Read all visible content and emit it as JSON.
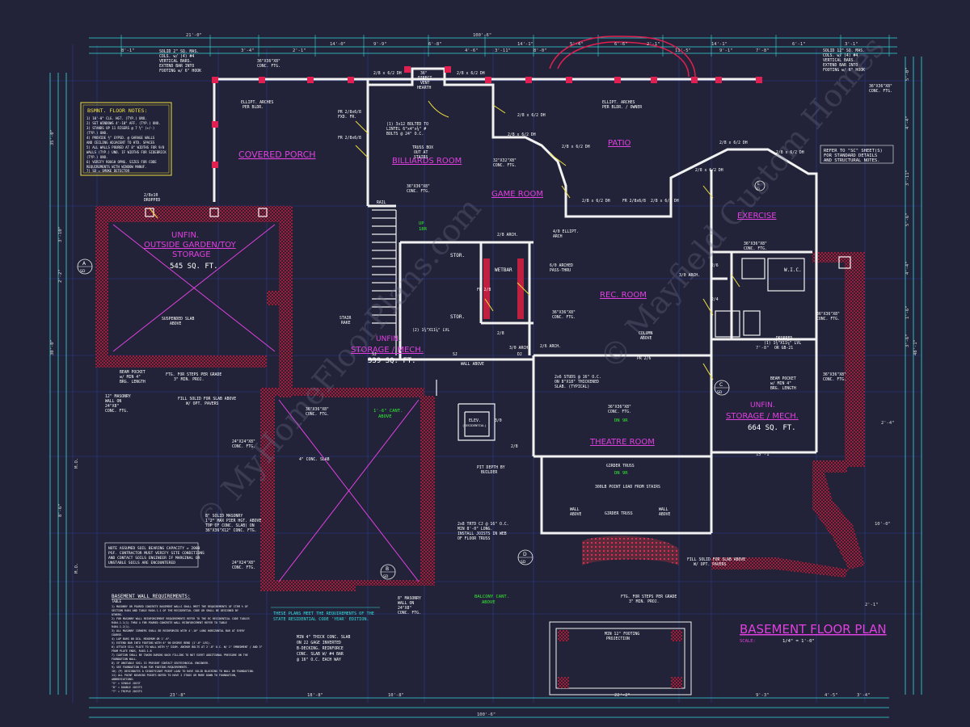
{
  "colors": {
    "background": "#222338",
    "wall": "#f2f2f2",
    "masonry_hatch": "#e02050",
    "dimension": "#33dddd",
    "room_label": "#e040e0",
    "notes_text": "#ffffff",
    "notes_border": "#f0e040",
    "green_text": "#33ee33",
    "blue_lines": "#3050d0",
    "watermark": "#6a6a8a"
  },
  "title": {
    "text": "BASEMENT FLOOR PLAN",
    "scale_label": "SCALE:",
    "scale_value": "1/4\" = 1'-0\""
  },
  "rooms": {
    "covered_porch": "COVERED PORCH",
    "billiards": "BILLIARDS ROOM",
    "game": "GAME ROOM",
    "patio": "PATIO",
    "exercise": "EXERCISE",
    "outside_storage_1": "UNFIN.",
    "outside_storage_2": "OUTSIDE GARDEN/TOY",
    "outside_storage_3": "STORAGE",
    "outside_storage_area": "545 SQ. FT.",
    "rec": "REC. ROOM",
    "wetbar": "WETBAR",
    "stor_1": "STOR.",
    "stor_2": "STOR.",
    "storage_mech_west_1": "UNFIN.",
    "storage_mech_west_2": "STORAGE / MECH.",
    "storage_mech_west_area": "339 SQ. FT.",
    "storage_mech_east_1": "UNFIN.",
    "storage_mech_east_2": "STORAGE / MECH.",
    "storage_mech_east_area": "664 SQ. FT.",
    "theatre": "THEATRE ROOM",
    "wic": "W.I.C.",
    "elev": "ELEV.",
    "elev_2": "(RESIDENTIAL)"
  },
  "notes_box": {
    "title": "BSMNT. FLOOR NOTES:",
    "lines": [
      "1) 10'-0\" CLG. HGT. (TYP.) UNO.",
      "2) SET WINDOWS 4'-10\" AFF. (TYP.) UNO.",
      "3) STANDS UP 11 RISERS @ 7 ½\" (+/-)",
      "   (TYP.) UNO.",
      "4) PROVIDE ½\" GYPSD. @ GARAGE WALLS",
      "   AND CEILING ADJACENT TO HTD. SPACES",
      "5) ALL WALLS POURED AT 8\" WIDTHS FOR 9/0",
      "   WALLS (TYP.) UNO. IF WIDTHS FOR SIDEBRICK",
      "   (TYP.) UNO.",
      "6) VERIFY ROUGH OPNG. SIZES FOR CODE",
      "   REQUIREMENTS WITH WINDOW MANUF.",
      "7) SD = SMOKE DETECTOR"
    ]
  },
  "refer_note": [
    "REFER TO \"SC\" SHEET(S)",
    "FOR STANDARD DETAILS",
    "AND STRUCTURAL NOTES."
  ],
  "soil_note": [
    "NOTE ASSUMED SOIL BEARING CAPACITY = 2000",
    "PSF. CONTRACTOR MUST VERIFY SITE CONDITIONS",
    "AND CONTACT SOILS ENGINEER IF MARGINAL OR",
    "UNSTABLE SOILS ARE ENCOUNTERED"
  ],
  "wall_requirements": {
    "title": "BASEMENT WALL REQUIREMENTS:",
    "subtitle": "TABLE",
    "lines": [
      "1) MASONRY OR POURED CONCRETE BASEMENT WALLS SHALL MEET THE REQUIREMENTS OF ITEM % OF",
      "   SECTION R404 AND TABLE R404.1.1 OF THE RESIDENTIAL CODE OR SHALL BE DESIGNED BY",
      "   OTHERS.",
      "2) FOR MASONRY WALL REINFORCEMENT REQUIREMENTS REFER TO THE RC RESIDENTIAL CODE TABLES",
      "   R404.1.1(1) THRU 4 FOR POURED CONCRETE WALL REINFORCEMENT REFER TO TABLE",
      "   R404.1.2(1).",
      "3) ALL MASONRY CORNERS SHALL BE REINFORCED WITH 4'-10\" LONG HORIZONTAL BAR AT EVERY",
      "   COURSE.",
      "4) LAP BARS 60 DIA. MINIMUM OR 1'-6\".",
      "5) EXTEND BAR INTO FOOTING WITH 6\" 90 DEGREE BEND (1'-6\" LEG).",
      "6) ATTACH SILL PLATE TO WALL WITH ½\" DIAM. ANCHOR BOLTS AT 2'-8\" O.C. W/ 1\" EMBEDMENT / AND 3\"",
      "   FROM PLATE ENDS, R403.1.6",
      "7) CAUTION SHALL BE TAKEN DURING BACK FILLING TO NOT EXERT ADDITIONAL PRESSURE ON THE",
      "   FOUNDATION WALL.",
      "8) IF UNSTABLE SOIL IS PRESENT CONTACT GEOTECHNICAL ENGINEER.",
      "9) SEE FOUNDATION PLAN FOR FOOTING REQUIREMENTS.",
      "10) (P) DESIGNATES A SIGNIFICANT POINT LOAD TO HAVE SOLID BLOCKING TO WALL OR FOUNDATION.",
      "11) ALL POINT BEARING POINTS NOTED TO HAVE 2 STUDS OR MORE DOWN TO FOUNDATION,",
      "   ABBREVIATIONS:",
      "   \"S\" = SINGLE JOIST",
      "   \"D\" = DOUBLE JOISTS",
      "   \"T\" = TRIPLE JOISTS"
    ]
  },
  "code_note": [
    "THESE PLANS MEET THE REQUIREMENTS OF THE",
    "STATE RESIDENTIAL CODE 'YEAR' EDITION."
  ],
  "slab_note": [
    "MIN 4\" THICK CONC. SLAB",
    "ON 22 GAGE INVERTED",
    "B-DECKING. REINFORCE",
    "CONC. SLAB W/ #4 BAR",
    "@ 16\" O.C. EACH WAY"
  ],
  "annotations": {
    "balcony": [
      "BALCONY CANT.",
      "ABOVE"
    ],
    "cant_above": [
      "1'-6\" CANT.",
      "ABOVE"
    ],
    "up": "UP",
    "up_risers": "18R",
    "dn_risers": "DN 9R",
    "dn_risers_2": "DN 9R",
    "beam_pocket": [
      "BEAM POCKET",
      "w/ MIN 4\"",
      "BRG. LENGTH"
    ],
    "beam_pocket_2": [
      "BEAM POCKET",
      "w/ MIN 4\"",
      "BRG. LENGTH"
    ],
    "fill_solid": [
      "FILL SOLID FOR SLAB ABOVE",
      "W/ OPT. PAVERS"
    ],
    "fill_solid_2": [
      "FILL SOLID FOR SLAB ABOVE",
      "W/ OPT. PAVERS"
    ],
    "ftg_steps": [
      "FTG. FOR STEPS PER GRADE",
      "3\" MIN. PROJ."
    ],
    "ftg_steps_2": [
      "FTG. FOR STEPS PER GRADE",
      "3\" MIN. PROJ."
    ],
    "conc_slab": "4\" CONC. SLAB",
    "masonry_wall": [
      "12\" MASONRY",
      "WALL ON",
      "24\"X8\"",
      "CONC. FTG."
    ],
    "masonry_wall_2": [
      "8\" MASONRY",
      "WALL ON",
      "24\"X8\"",
      "CONC. FTG."
    ],
    "pier": [
      "8\" SOLID MASONRY",
      "1'2\" MAX PIER HGT. ABOVE",
      "TOP OF CONC. SLAB) ON",
      "36\"X36\"X12\" CONC. FTG."
    ],
    "ftg_24": [
      "24\"X24\"X8\"",
      "CONC. FTG."
    ],
    "ftg_24_2": [
      "24\"X24\"X8\"",
      "CONC. FTG."
    ],
    "ftg_36": [
      "36\"X36\"X8\"",
      "CONC. FTG."
    ],
    "ftg_36_2": [
      "36\"X36\"X8\"",
      "CONC. FTG."
    ],
    "ftg_36_3": [
      "36\"X36\"X8\"",
      "CONC. FTG."
    ],
    "ftg_36_4": [
      "36\"X36\"X8\"",
      "CONC. FTG."
    ],
    "ftg_36_5": [
      "36\"X36\"X8\"",
      "CONC. FTG."
    ],
    "ftg_36_6": [
      "36\"X36\"X8\"",
      "CONC. FTG."
    ],
    "ftg_36_7": [
      "36\"X36\"X8\"",
      "CONC. FTG."
    ],
    "ftg_36_8": [
      "36\"X36\"X8\"",
      "CONC. FTG."
    ],
    "ftg_36_9": [
      "36\"X36\"X8\"",
      "CONC. FTG."
    ],
    "girder_truss": "GIRDER TRUSS",
    "girder_truss_2": "GIRDER TRUSS",
    "point_load": "300LB POINT LOAD FROM STAIRS",
    "min_footing": [
      "MIN 12\" FOOTING",
      "PROJECTION"
    ],
    "suspended_slab": [
      "SUSPENDED SLAB",
      "ABOVE"
    ],
    "wall_above": "WALL ABOVE",
    "wall_above_2": [
      "WALL",
      "ABOVE"
    ],
    "wall_above_3": [
      "WALL",
      "ABOVE"
    ],
    "column": [
      "COLUMN",
      "ABOVE"
    ],
    "dropped": [
      "DROPPED",
      "(1) 1¾\"X11⅞\" LVL",
      "OR GB-21"
    ],
    "dropped_2": [
      "2/8x10",
      "DROPPED"
    ],
    "truss_box": [
      "TRUSS BOX",
      "OUT AT",
      "STAIRS"
    ],
    "pit_depth": [
      "PIT DEPTH BY",
      "BUILDER"
    ],
    "trtd": [
      "2x8 TRTD CJ @ 16\" O.C.",
      "MIN 8'-0\" LONG.",
      "INSTALL JOISTS IN WEB",
      "OF FLOOR TRUSS"
    ],
    "studs": [
      "2x6 STUDS @ 16\" O.C.",
      "ON 8\"X18\" THICKENED",
      "SLAB. (TYPICAL)"
    ],
    "direct_vent": [
      "36\"",
      "DIRECT",
      "VENT"
    ],
    "hearth": "HEARTH",
    "bolted": [
      "(1) 3x12 BOLTED TO",
      "LINTEL 6\"x4\"x⅜\" #",
      "BOLTS @ 24\" O.C."
    ],
    "elipt_arches": [
      "ELLIPT. ARCHES",
      "PER BLDR."
    ],
    "elipt_arches_2": [
      "ELLIPT. ARCHES",
      "PER BLDR. / OWNER"
    ],
    "solid_2": [
      "SOLID 2\" SQ. MAS.",
      "COLS. w/ (4) #4",
      "VERTICAL BARS.",
      "EXTEND BAR INTO",
      "FOOTING w/ 6\" HOOK"
    ],
    "solid_2_right": [
      "SOLID 12\" SQ. MAS.",
      "COLS. w/ (4) #4",
      "VERTICAL BARS.",
      "EXTEND BAR INTO",
      "FOOTING w/ 6\" HOOK"
    ],
    "stair_rake": [
      "STAIR",
      "RAKE"
    ],
    "arch_pass": [
      "6/0 ARCHED",
      "PASS-THRU"
    ],
    "elipt_arch": [
      "4/0 ELLIPT.",
      "ARCH"
    ],
    "arch_28": "2/8 ARCH.",
    "arch_36": "3/0 ARCH.",
    "arch_26": "2/6 ARCH.",
    "arch_30b": "3/0 ARCH."
  },
  "dims_top": [
    "21'-0\"",
    "8'-1\"",
    "3'-4\"",
    "2'-1\"",
    "14'-0\"",
    "9'-9\"",
    "6'-8\"",
    "4'-6\"",
    "100'-6\"",
    "14'-1\"",
    "3'-11\"",
    "8'-0\"",
    "5'-4\"",
    "6'-6\"",
    "2'-1\"",
    "14'-1\"",
    "11'-5\"",
    "9'-1\"",
    "7'-8\"",
    "6'-1\"",
    "3'-1\""
  ],
  "dims_bottom": [
    "23'-8\"",
    "18'-8\"",
    "10'-8\"",
    "100'-6\"",
    "22'-2\"",
    "9'-3\"",
    "4'-5\"",
    "3'-4\""
  ],
  "dims_left": [
    "35'-0\"",
    "3'-10\"",
    "2'-2\"",
    "30'-0\"",
    "M.O.",
    "8'-6\"",
    "M.O."
  ],
  "dims_right": [
    "5'-0\"",
    "4'-4\"",
    "3'-11\"",
    "5'-6\"",
    "4'-4\"",
    "1'-6\"",
    "3'-6\"",
    "48'-1\"",
    "2'-4\"",
    "7'-8\"",
    "15'-1\"",
    "10'-0\"",
    "2'-1\""
  ],
  "windows": [
    "2/8 x 6/2 DH",
    "2/8 x 6/2 DH",
    "2/8 x 6/2 DH",
    "2/8 x 6/2 DH",
    "2/8 x 6/2 DH",
    "2/8 x 6/2 DH",
    "2/8 x 6/2 DH",
    "2/8 x 6/2 DH",
    "2/8 x 6/2 DH",
    "2/8 x 6/2 DH"
  ],
  "door_labels": {
    "fr_1": "FR 2/8x6/8",
    "fr_2": "FR 2/8x6/8",
    "fr_3": "FR 2/8",
    "fr_4": "PR 2/8x6/8",
    "fxd": "FXD. FR.",
    "two_eight": "2/8",
    "two_six": "2/6",
    "two_four": "2/4",
    "two_eight_b": "2/8",
    "three_o": "3/0",
    "pr_26": "PR 2/6",
    "conc_ftg_1": [
      "32\"X32\"X8\"",
      "CONC. FTG."
    ],
    "lvl": "(2) 1¾\"X11⅞\" LVL",
    "sj": "SJ",
    "sj_2": "SJ",
    "dj": "DJ",
    "rail": "RAIL"
  },
  "symbol_labels": {
    "a1": "A",
    "a1s": "SD",
    "b1": "B",
    "b1s": "SD",
    "c1": "C",
    "c1s": "SD",
    "d1": "D",
    "d1s": "SD",
    "e1": "E",
    "e1s": "SD"
  },
  "watermarks": [
    "© MyHomeFloorPlans.com",
    "© Mayfield Custom Homes"
  ]
}
